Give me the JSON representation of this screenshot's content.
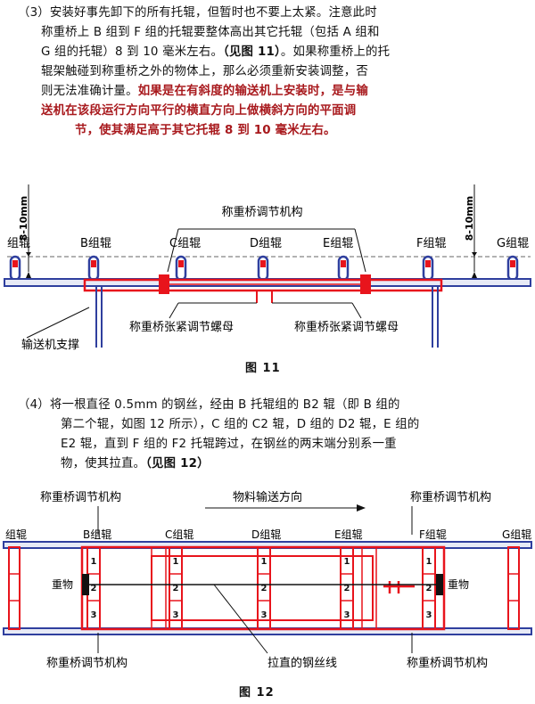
{
  "para3": {
    "line1": "（3）安装好事先卸下的所有托辊，但暂时也不要上太紧。注意此时",
    "line2": "称重桥上 B 组到 F 组的托辊要整体高出其它托辊（包括 A 组和",
    "line3a": "G 组的托辊）8 到 10 毫米左右。",
    "line3b": "（见图 11）",
    "line3c": "。如果称重桥上的托",
    "line4": "辊架触碰到称重桥之外的物体上，那么必须重新安装调整，否",
    "line5a": "则无法准确计量。",
    "line5b": "如果是在有斜度的输送机上安装时，是与输",
    "line6": "送机在该段运行方向平行的横直方向上做横斜方向的平面调",
    "line7": "节，使其满足高于其它托辊 8 到 10 毫米左右。"
  },
  "fig11": {
    "dim_label": "8-10mm",
    "top_label": "称重桥调节机构",
    "rollers": [
      "组辊",
      "B组辊",
      "C组辊",
      "D组辊",
      "E组辊",
      "F组辊",
      "G组辊"
    ],
    "support_label": "输送机支撑",
    "nut_left": "称重桥张紧调节螺母",
    "nut_right": "称重桥张紧调节螺母",
    "caption": "图 11"
  },
  "para4": {
    "line1": "（4）将一根直径 0.5mm 的钢丝，经由 B 托辊组的 B2 辊（即 B 组的",
    "line2": "第二个辊，如图 12 所示），C 组的 C2 辊，D 组的 D2 辊，E 组的",
    "line3": "E2 辊，直到 F 组的 F2 托辊跨过，在钢丝的两末端分别系一重",
    "line4a": "物，使其拉直。",
    "line4b": "（见图 12）"
  },
  "fig12": {
    "top_left": "称重桥调节机构",
    "direction": "物料输送方向",
    "top_right": "称重桥调节机构",
    "rollers": [
      "组辊",
      "B组辊",
      "C组辊",
      "D组辊",
      "E组辊",
      "F组辊",
      "G组辊"
    ],
    "weight_left": "重物",
    "weight_right": "重物",
    "nums": [
      "1",
      "2",
      "3"
    ],
    "bottom_left": "称重桥调节机构",
    "wire": "拉直的钢丝线",
    "bottom_right": "称重桥调节机构",
    "caption": "图 12"
  },
  "colors": {
    "red": "#e8141c",
    "blue": "#2f3f9e",
    "dark_red": "#a8191d"
  }
}
